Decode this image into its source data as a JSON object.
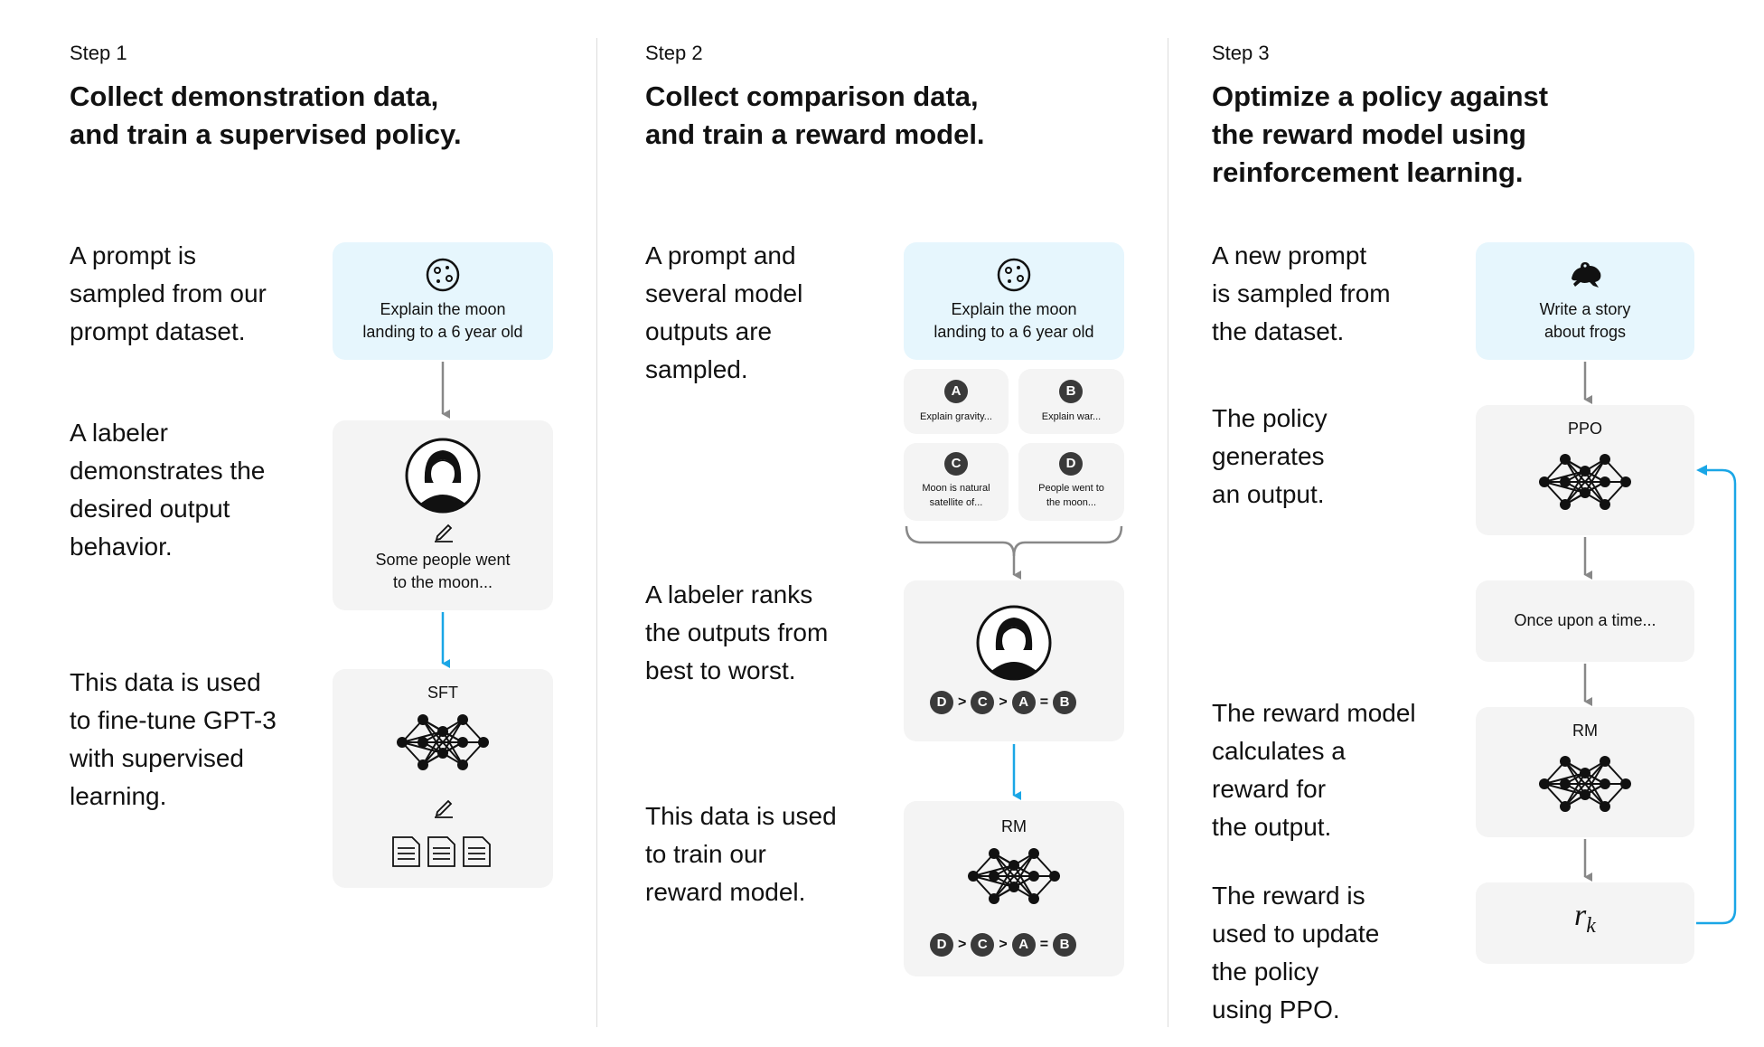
{
  "step1": {
    "label": "Step 1",
    "heading_line1": "Collect demonstration data,",
    "heading_line2": "and train a supervised policy.",
    "desc_prompt": [
      "A prompt is",
      "sampled from our",
      "prompt dataset."
    ],
    "desc_labeler": [
      "A labeler",
      "demonstrates the",
      "desired output",
      "behavior."
    ],
    "desc_finetune": [
      "This data is used",
      "to fine-tune GPT-3",
      "with supervised",
      "learning."
    ],
    "prompt_card_text": "Explain the moon\nlanding to a 6 year old",
    "prompt_icon": "moon-icon",
    "labeler_card_text": "Some people went\nto the moon...",
    "labeler_icon": "person-avatar-icon",
    "pencil_icon": "pencil-icon",
    "model_card_title": "SFT",
    "network_icon": "neural-network-icon",
    "documents_icon": "documents-icon"
  },
  "step2": {
    "label": "Step 2",
    "heading_line1": "Collect comparison data,",
    "heading_line2": "and train a reward model.",
    "desc_prompt": [
      "A prompt and",
      "several model",
      "outputs are",
      "sampled."
    ],
    "desc_rank": [
      "A labeler ranks",
      "the outputs from",
      "best to worst."
    ],
    "desc_train": [
      "This data is used",
      "to train our",
      "reward model."
    ],
    "prompt_card_text": "Explain the moon\nlanding to a 6 year old",
    "outputs": [
      {
        "badge": "A",
        "text": "Explain gravity..."
      },
      {
        "badge": "B",
        "text": "Explain war..."
      },
      {
        "badge": "C",
        "text": "Moon is natural\nsatellite of..."
      },
      {
        "badge": "D",
        "text": "People went to\nthe moon..."
      }
    ],
    "ranking": {
      "b1": "D",
      "op1": ">",
      "b2": "C",
      "op2": ">",
      "b3": "A",
      "op3": "=",
      "b4": "B"
    },
    "model_card_title": "RM"
  },
  "step3": {
    "label": "Step 3",
    "heading_line1": "Optimize a policy against",
    "heading_line2": "the reward model using",
    "heading_line3": "reinforcement learning.",
    "desc_prompt": [
      "A new prompt",
      "is sampled from",
      "the dataset."
    ],
    "desc_policy": [
      "The policy",
      "generates",
      "an output."
    ],
    "desc_reward": [
      "The reward model",
      "calculates a",
      "reward for",
      "the output."
    ],
    "desc_update": [
      "The reward is",
      "used to update",
      "the policy",
      "using PPO."
    ],
    "prompt_card_text": "Write a story\nabout frogs",
    "prompt_icon": "frog-icon",
    "policy_card_title": "PPO",
    "output_card_text": "Once upon a time...",
    "reward_card_title": "RM",
    "reward_symbol": "r",
    "reward_subscript": "k"
  },
  "colors": {
    "accent_blue": "#1aa6e6",
    "prompt_card_bg": "#e6f6fd",
    "card_bg": "#f4f4f4",
    "arrow_gray": "#888888",
    "badge_dark": "#3a3a3a"
  }
}
